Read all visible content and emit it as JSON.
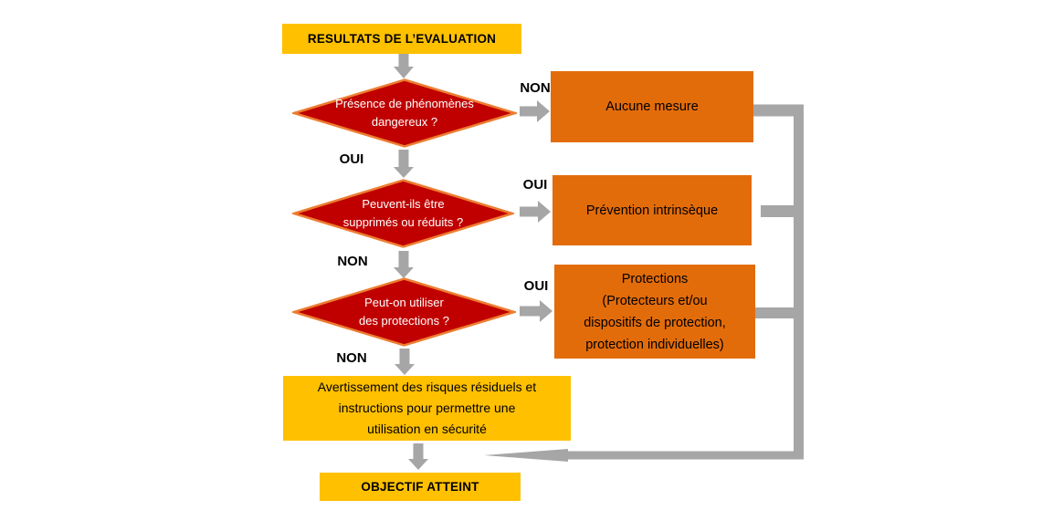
{
  "colors": {
    "yellow": "#FFC000",
    "red": "#C00000",
    "diamond_border": "#ED7D31",
    "orange": "#E36C0A",
    "gray": "#A6A6A6",
    "text_dark": "#000000",
    "text_light": "#FFFFFF"
  },
  "nodes": {
    "start": {
      "label": "RESULTATS DE L’EVALUATION"
    },
    "decision1": {
      "line1": "Présence de phénomènes",
      "line2": "dangereux ?"
    },
    "action1": {
      "label": "Aucune mesure"
    },
    "decision2": {
      "line1": "Peuvent-ils être",
      "line2": "supprimés ou réduits ?"
    },
    "action2": {
      "label": "Prévention intrinsèque"
    },
    "decision3": {
      "line1": "Peut-on utiliser",
      "line2": "des protections ?"
    },
    "action3": {
      "line1": "Protections",
      "line2": "(Protecteurs et/ou",
      "line3": "dispositifs de protection,",
      "line4": "protection individuelles)"
    },
    "warning": {
      "line1": "Avertissement des risques résiduels et",
      "line2": "instructions pour permettre une",
      "line3": "utilisation en sécurité"
    },
    "end": {
      "label": "OBJECTIF ATTEINT"
    }
  },
  "labels": {
    "no1": "NON",
    "yes1": "OUI",
    "yes2": "OUI",
    "no2": "NON",
    "yes3": "OUI",
    "no3": "NON"
  }
}
